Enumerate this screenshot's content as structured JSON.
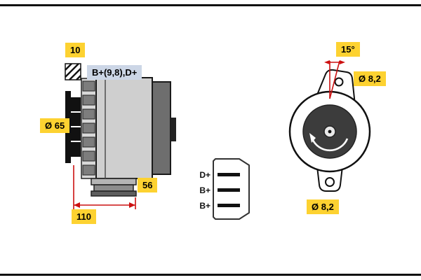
{
  "diagram": {
    "kind": "alternator-technical-drawing",
    "side_view": {
      "part_number_tag": "10",
      "terminals_tag": "B+(9,8),D+",
      "pulley_diameter_tag": "Ø 65",
      "foot_width_tag": "56",
      "length_dimension_tag": "110"
    },
    "front_view": {
      "mount_angle_tag": "15°",
      "top_hole_diameter_tag": "Ø 8,2",
      "bottom_hole_diameter_tag": "Ø 8,2"
    },
    "connector": {
      "pins": [
        {
          "label": "D+"
        },
        {
          "label": "B+"
        },
        {
          "label": "B+"
        }
      ]
    },
    "colors": {
      "tag_yellow": "#fdd231",
      "tag_blue": "#ccd6e6",
      "dimension_red": "#cc1111",
      "line_black": "#111111",
      "body_gray": "#cfcfcf",
      "rotor_dark": "#3c3c3c",
      "background": "#ffffff"
    }
  }
}
